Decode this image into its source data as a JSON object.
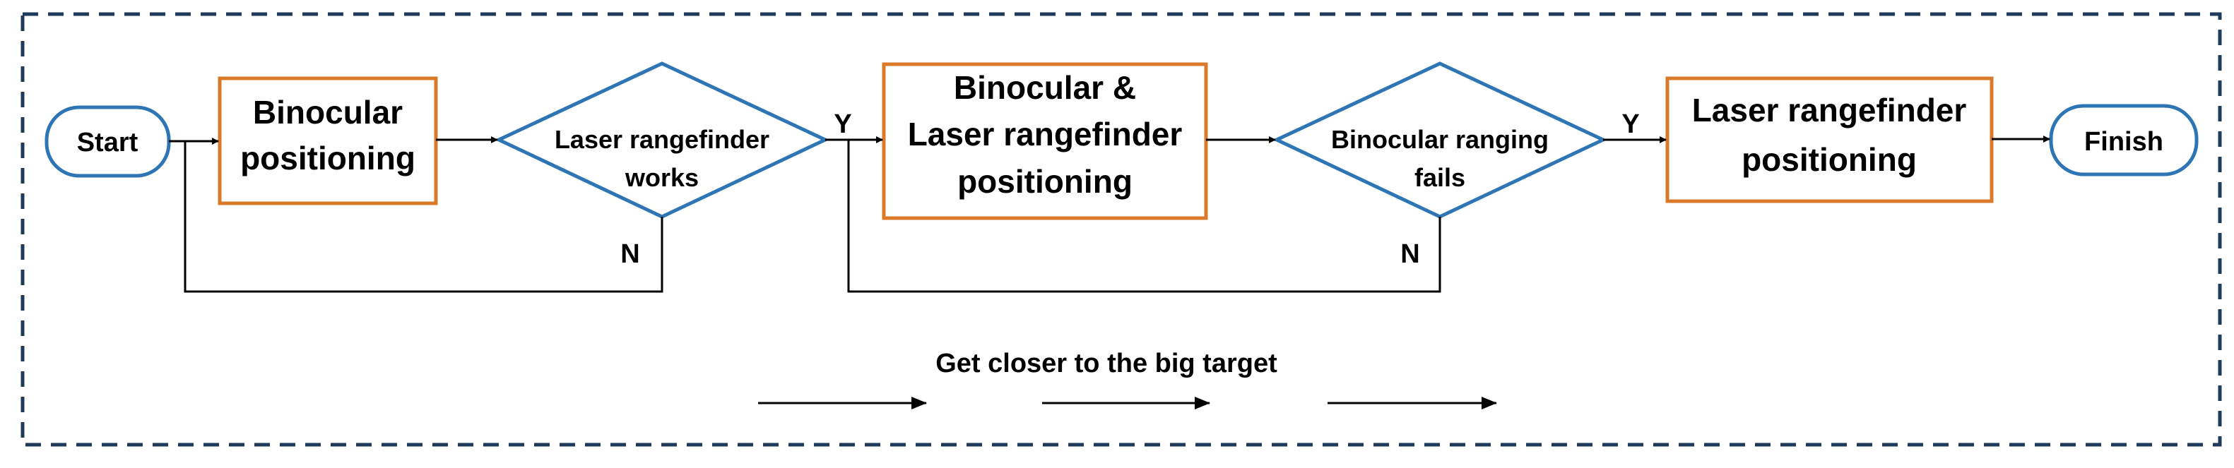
{
  "colors": {
    "frame": "#1f3a5a",
    "process_border": "#d97a2b",
    "decision_border": "#2e75b6",
    "terminal_border": "#2e75b6",
    "line": "#000000"
  },
  "nodes": {
    "start": {
      "label": "Start"
    },
    "binocular": {
      "line1": "Binocular",
      "line2": "positioning"
    },
    "laser_works": {
      "line1": "Laser rangefinder",
      "line2": "works"
    },
    "both": {
      "line1": "Binocular &",
      "line2": "Laser rangefinder",
      "line3": "positioning"
    },
    "binocular_fails": {
      "line1": "Binocular ranging",
      "line2": "fails"
    },
    "laser": {
      "line1": "Laser rangefinder",
      "line2": "positioning"
    },
    "finish": {
      "label": "Finish"
    }
  },
  "edge_labels": {
    "laser_works_yes": "Y",
    "laser_works_no": "N",
    "binocular_fails_yes": "Y",
    "binocular_fails_no": "N"
  },
  "note": {
    "text": "Get closer to the big target"
  }
}
